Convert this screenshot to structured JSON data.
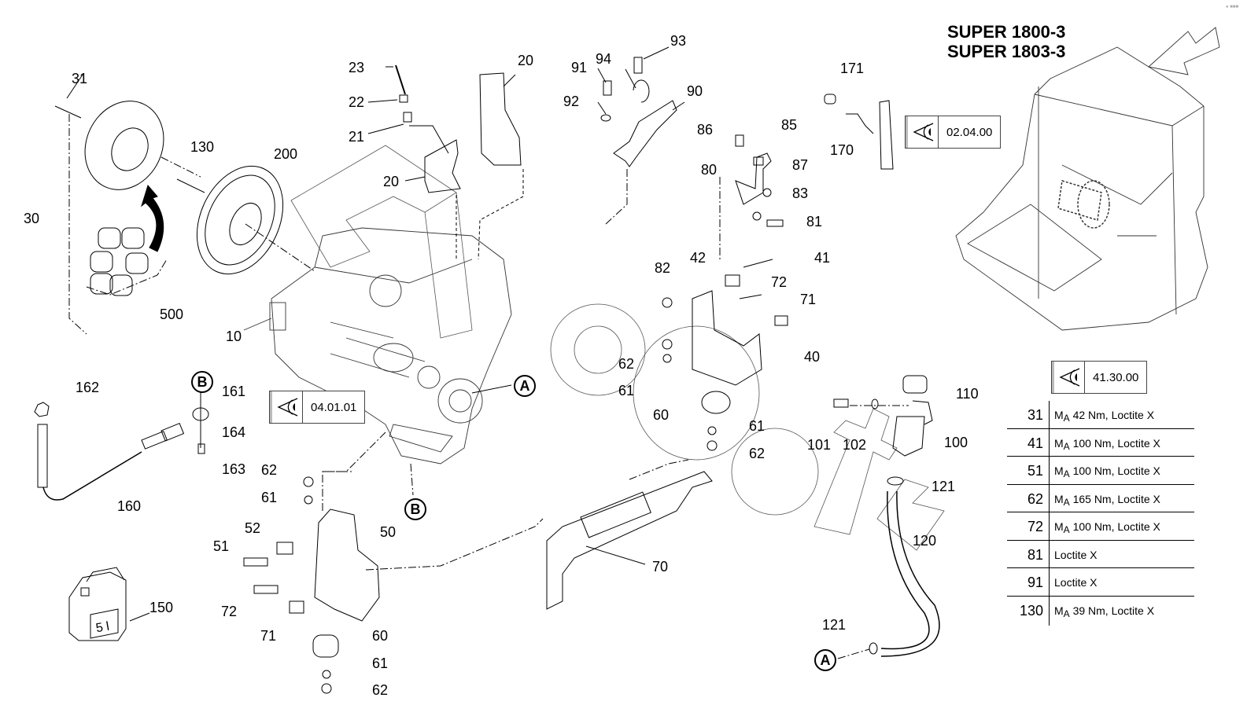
{
  "title": {
    "line1": "SUPER 1800-3",
    "line2": "SUPER 1803-3"
  },
  "reference_boxes": [
    {
      "icon": "eye-view-icon",
      "code": "02.04.00"
    },
    {
      "icon": "eye-view-icon",
      "code": "04.01.01"
    },
    {
      "icon": "eye-view-icon",
      "code": "41.30.00"
    }
  ],
  "connection_markers": {
    "A": "A",
    "B": "B"
  },
  "callouts": [
    {
      "id": "31",
      "label": "31"
    },
    {
      "id": "130",
      "label": "130"
    },
    {
      "id": "200",
      "label": "200"
    },
    {
      "id": "30",
      "label": "30"
    },
    {
      "id": "500",
      "label": "500"
    },
    {
      "id": "23",
      "label": "23"
    },
    {
      "id": "22",
      "label": "22"
    },
    {
      "id": "21",
      "label": "21"
    },
    {
      "id": "20a",
      "label": "20"
    },
    {
      "id": "20b",
      "label": "20"
    },
    {
      "id": "10",
      "label": "10"
    },
    {
      "id": "91",
      "label": "91"
    },
    {
      "id": "94",
      "label": "94"
    },
    {
      "id": "93",
      "label": "93"
    },
    {
      "id": "92",
      "label": "92"
    },
    {
      "id": "90",
      "label": "90"
    },
    {
      "id": "86",
      "label": "86"
    },
    {
      "id": "85",
      "label": "85"
    },
    {
      "id": "80",
      "label": "80"
    },
    {
      "id": "87",
      "label": "87"
    },
    {
      "id": "83",
      "label": "83"
    },
    {
      "id": "81",
      "label": "81"
    },
    {
      "id": "171",
      "label": "171"
    },
    {
      "id": "170",
      "label": "170"
    },
    {
      "id": "82",
      "label": "82"
    },
    {
      "id": "42",
      "label": "42"
    },
    {
      "id": "41",
      "label": "41"
    },
    {
      "id": "72a",
      "label": "72"
    },
    {
      "id": "71a",
      "label": "71"
    },
    {
      "id": "40",
      "label": "40"
    },
    {
      "id": "62a",
      "label": "62"
    },
    {
      "id": "61a",
      "label": "61"
    },
    {
      "id": "60a",
      "label": "60"
    },
    {
      "id": "61b",
      "label": "61"
    },
    {
      "id": "62b",
      "label": "62"
    },
    {
      "id": "162",
      "label": "162"
    },
    {
      "id": "161",
      "label": "161"
    },
    {
      "id": "164",
      "label": "164"
    },
    {
      "id": "163",
      "label": "163"
    },
    {
      "id": "160",
      "label": "160"
    },
    {
      "id": "62c",
      "label": "62"
    },
    {
      "id": "61c",
      "label": "61"
    },
    {
      "id": "52",
      "label": "52"
    },
    {
      "id": "51",
      "label": "51"
    },
    {
      "id": "50",
      "label": "50"
    },
    {
      "id": "72b",
      "label": "72"
    },
    {
      "id": "71b",
      "label": "71"
    },
    {
      "id": "60b",
      "label": "60"
    },
    {
      "id": "61d",
      "label": "61"
    },
    {
      "id": "62d",
      "label": "62"
    },
    {
      "id": "150",
      "label": "150"
    },
    {
      "id": "70",
      "label": "70"
    },
    {
      "id": "101",
      "label": "101"
    },
    {
      "id": "102",
      "label": "102"
    },
    {
      "id": "110",
      "label": "110"
    },
    {
      "id": "100",
      "label": "100"
    },
    {
      "id": "121a",
      "label": "121"
    },
    {
      "id": "120",
      "label": "120"
    },
    {
      "id": "121b",
      "label": "121"
    }
  ],
  "canister_label": "5 l",
  "spec_table": {
    "rows": [
      {
        "item": "31",
        "torque_symbol": "M",
        "torque_sub": "A",
        "text": " 42 Nm, Loctite X"
      },
      {
        "item": "41",
        "torque_symbol": "M",
        "torque_sub": "A",
        "text": " 100 Nm, Loctite X"
      },
      {
        "item": "51",
        "torque_symbol": "M",
        "torque_sub": "A",
        "text": " 100 Nm, Loctite X"
      },
      {
        "item": "62",
        "torque_symbol": "M",
        "torque_sub": "A",
        "text": " 165 Nm, Loctite X"
      },
      {
        "item": "72",
        "torque_symbol": "M",
        "torque_sub": "A",
        "text": " 100 Nm, Loctite X"
      },
      {
        "item": "81",
        "torque_symbol": "",
        "torque_sub": "",
        "text": "Loctite X"
      },
      {
        "item": "91",
        "torque_symbol": "",
        "torque_sub": "",
        "text": "Loctite X"
      },
      {
        "item": "130",
        "torque_symbol": "M",
        "torque_sub": "A",
        "text": " 39 Nm, Loctite X"
      }
    ]
  },
  "watermark": "Autosoft"
}
